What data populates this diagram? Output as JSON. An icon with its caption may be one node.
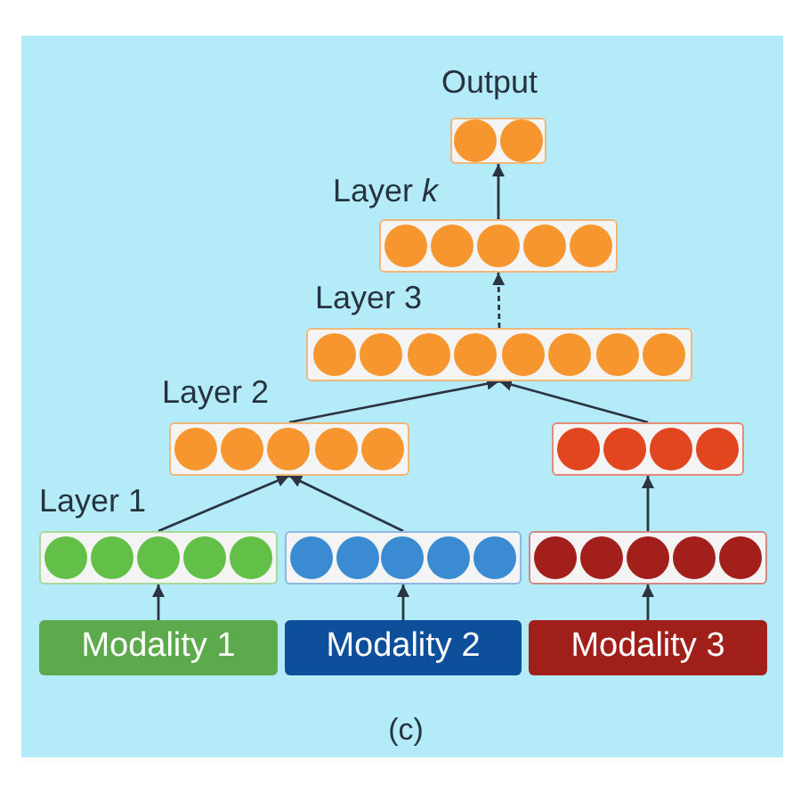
{
  "diagram": {
    "nodes": [
      {
        "text": [
          "Output"
        ]
      },
      {
        "text": [
          "Layer *k*"
        ]
      },
      {
        "text": [
          "Layer 3"
        ]
      },
      {
        "text": [
          "Layer 2"
        ]
      },
      {
        "text": [],
        "shape": "box"
      },
      {
        "text": [
          "Layer 1"
        ]
      },
      {
        "text": [],
        "shape": "box"
      },
      {
        "text": [],
        "shape": "box"
      },
      {
        "text": [
          "Modality 1"
        ]
      },
      {
        "text": [
          "Modality 2"
        ]
      },
      {
        "text": [
          "Modality 3"
        ]
      }
    ],
    "edges": [
      {
        "from": 8,
        "to": 5,
        "arrow": "to"
      },
      {
        "from": 9,
        "to": 6,
        "arrow": "to"
      },
      {
        "from": 10,
        "to": 7,
        "arrow": "to"
      },
      {
        "from": 5,
        "to": 3,
        "arrow": "to"
      },
      {
        "from": 6,
        "to": 3,
        "arrow": "to"
      },
      {
        "from": 7,
        "to": 4,
        "arrow": "to"
      },
      {
        "from": 3,
        "to": 2,
        "arrow": "to"
      },
      {
        "from": 4,
        "to": 2,
        "arrow": "to"
      },
      {
        "from": 2,
        "to": 1,
        "arrow": "to",
        "style": "dashed"
      },
      {
        "from": 1,
        "to": 0,
        "arrow": "to"
      }
    ],
    "labels": [
      "(c)"
    ]
  }
}
